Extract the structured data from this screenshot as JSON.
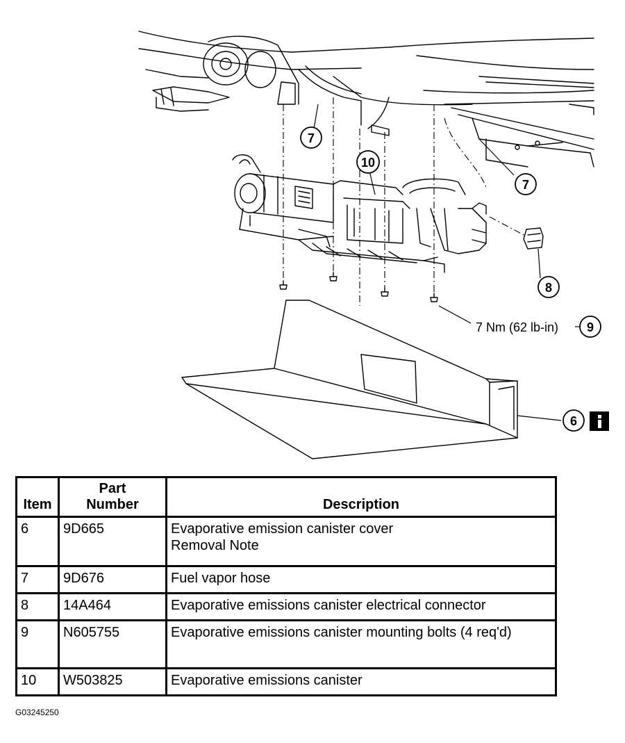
{
  "figure": {
    "callouts": {
      "c6": "6",
      "c7a": "7",
      "c7b": "7",
      "c8": "8",
      "c9": "9",
      "c10": "10"
    },
    "torque_spec": "7 Nm (62 lb-in)",
    "info_icon": "info-icon"
  },
  "table": {
    "headers": {
      "item": "Item",
      "part_number_line1": "Part",
      "part_number_line2": "Number",
      "description": "Description"
    },
    "rows": [
      {
        "item": "6",
        "part": "9D665",
        "desc": "Evaporative emission canister cover",
        "desc2": "Removal Note"
      },
      {
        "item": "7",
        "part": "9D676",
        "desc": "Fuel vapor hose",
        "desc2": ""
      },
      {
        "item": "8",
        "part": "14A464",
        "desc": "Evaporative emissions canister electrical connector",
        "desc2": ""
      },
      {
        "item": "9",
        "part": "N605755",
        "desc": "Evaporative emissions canister mounting bolts (4 req'd)",
        "desc2": ""
      },
      {
        "item": "10",
        "part": "W503825",
        "desc": "Evaporative emissions canister",
        "desc2": ""
      }
    ]
  },
  "figure_id": "G03245250"
}
